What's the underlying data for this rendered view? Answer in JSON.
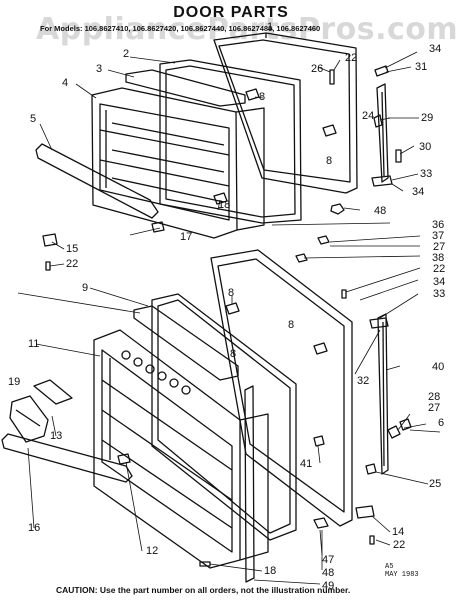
{
  "title": "DOOR PARTS",
  "models_line": "For Models: 106.8627410, 106.8627420, 106.8627440, 106.8627480, 106.8627460",
  "watermark": "AppliancePartsPros.com",
  "callouts": [
    "1",
    "2",
    "3",
    "4",
    "5",
    "8",
    "8",
    "8",
    "8",
    "8",
    "9",
    "11",
    "12",
    "13",
    "14",
    "15",
    "16",
    "17",
    "18",
    "18",
    "19",
    "22",
    "22",
    "22",
    "22",
    "24",
    "25",
    "26",
    "27",
    "27",
    "28",
    "29",
    "30",
    "31",
    "32",
    "33",
    "33",
    "34",
    "34",
    "34",
    "36",
    "37",
    "38",
    "40",
    "41",
    "47",
    "48",
    "48",
    "49",
    "6"
  ],
  "caution": "CAUTION: Use the part number on all orders, not the illustration number.",
  "stamp_line1": "A5",
  "stamp_line2": "MAY  1983"
}
